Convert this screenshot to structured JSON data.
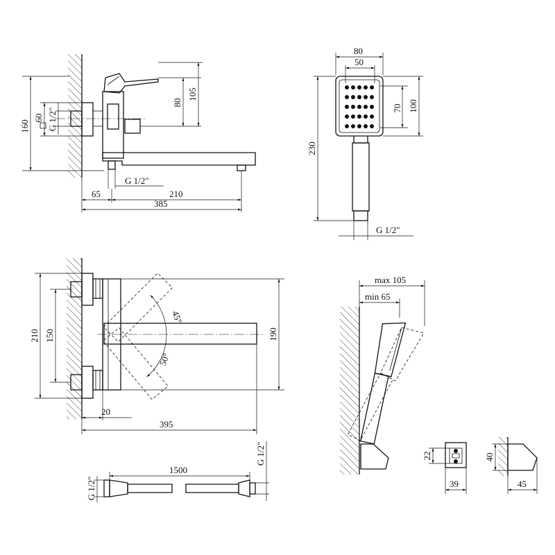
{
  "side_view": {
    "dims": {
      "h160": "160",
      "sq60": "60",
      "thread_inlet": "G 1/2\"",
      "h80": "80",
      "h105": "105",
      "thread_outlet": "G 1/2\"",
      "w65": "65",
      "w210": "210",
      "w385": "385"
    }
  },
  "hand_shower": {
    "dims": {
      "w80": "80",
      "w50": "50",
      "h70": "70",
      "h100": "100",
      "h230": "230",
      "thread": "G 1/2\""
    }
  },
  "top_view": {
    "dims": {
      "h210": "210",
      "h150": "150",
      "angle45": "45°",
      "angle50": "50°",
      "h190": "190",
      "w20": "20",
      "w395": "395"
    }
  },
  "holder_view": {
    "dims": {
      "max105": "max 105",
      "min65": "min 65"
    }
  },
  "hose": {
    "dims": {
      "len1500": "1500",
      "thread_left": "G 1/2\"",
      "thread_right": "G 1/2\""
    }
  },
  "bracket": {
    "dims": {
      "h22": "22",
      "w39": "39",
      "h40": "40",
      "w45": "45"
    }
  }
}
